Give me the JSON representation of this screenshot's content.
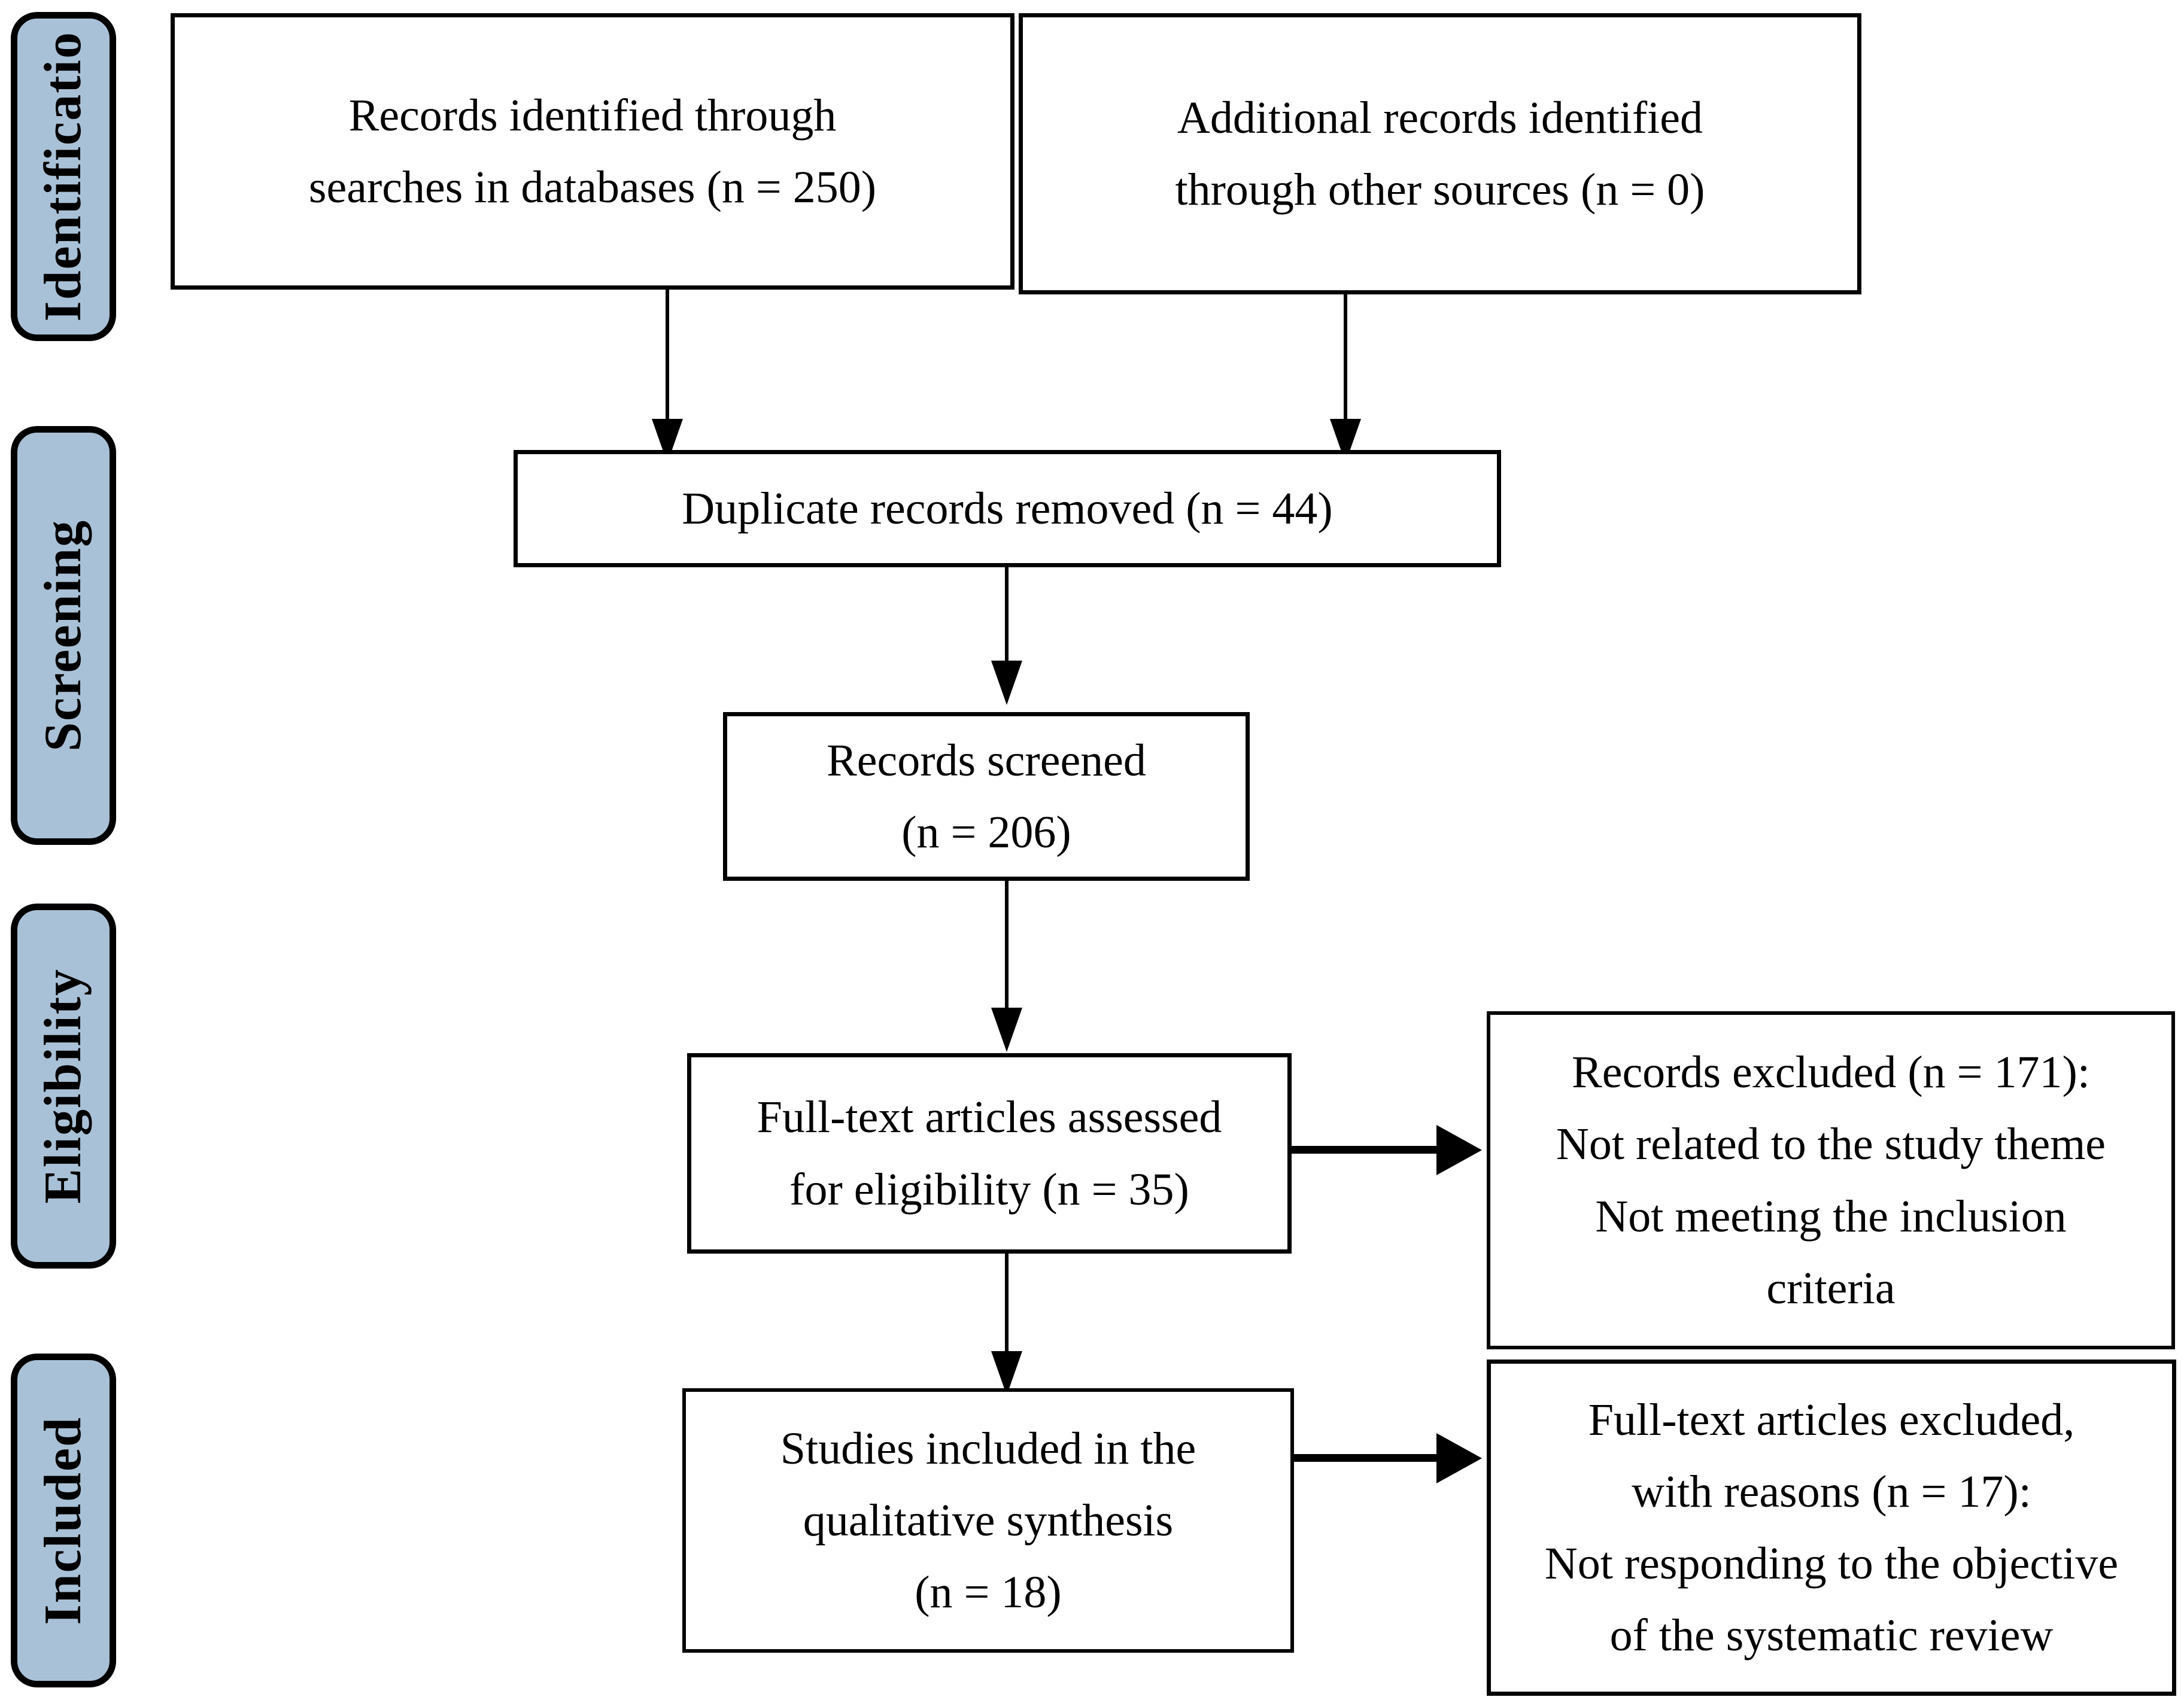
{
  "diagram": {
    "type": "prisma-flow-diagram",
    "stages": [
      {
        "id": "identification",
        "label": "Identificatio"
      },
      {
        "id": "screening",
        "label": "Screening"
      },
      {
        "id": "eligibility",
        "label": "Eligibility"
      },
      {
        "id": "included",
        "label": "Included"
      }
    ],
    "boxes": {
      "records_identified": {
        "id": "records-identified-databases",
        "line1": "Records identified through",
        "line2": "searches in databases (n = 250)",
        "n": 250
      },
      "additional_records": {
        "id": "additional-records-other-sources",
        "line1": "Additional records identified",
        "line2": "through other sources (n = 0)",
        "n": 0
      },
      "duplicates_removed": {
        "id": "duplicate-records-removed",
        "line1": "Duplicate records removed (n = 44)",
        "n": 44
      },
      "records_screened": {
        "id": "records-screened",
        "line1": "Records screened",
        "line2": "(n = 206)",
        "n": 206
      },
      "fulltext_assessed": {
        "id": "full-text-articles-assessed",
        "line1": "Full-text articles assessed",
        "line2": "for eligibility (n = 35)",
        "n": 35
      },
      "records_excluded": {
        "id": "records-excluded",
        "line1": "Records excluded (n = 171):",
        "line2": "Not related to the study theme",
        "line3": "Not meeting the inclusion",
        "line4": "criteria",
        "n": 171
      },
      "studies_included": {
        "id": "studies-included-qualitative-synthesis",
        "line1": "Studies included in the",
        "line2": "qualitative synthesis",
        "line3": "(n = 18)",
        "n": 18
      },
      "fulltext_excluded": {
        "id": "full-text-articles-excluded",
        "line1": "Full-text articles excluded,",
        "line2": "with reasons (n = 17):",
        "line3": "Not responding to the objective",
        "line4": "of the systematic review",
        "n": 17
      }
    },
    "colors": {
      "stage_fill": "#a9c1d6",
      "stroke": "#000000",
      "box_fill": "#ffffff"
    }
  }
}
